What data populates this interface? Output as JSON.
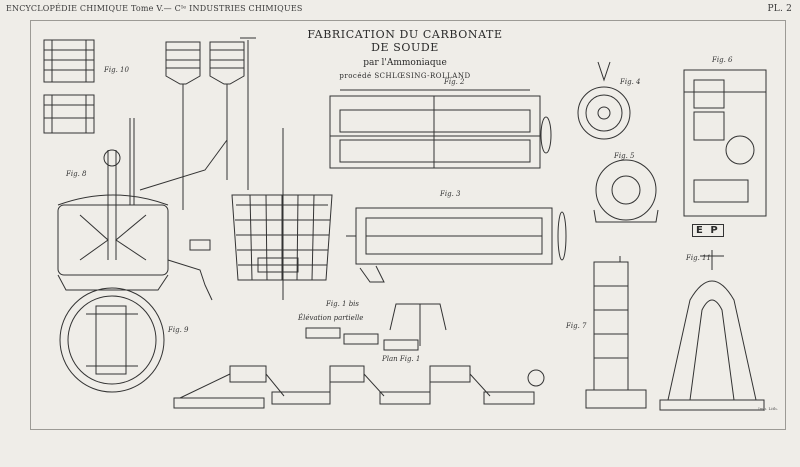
{
  "header": {
    "left": "ENCYCLOPÉDIE CHIMIQUE Tome V.— Cᴵᵉ INDUSTRIES CHIMIQUES",
    "right": "PL. 2"
  },
  "title": {
    "line1": "FABRICATION DU CARBONATE DE SOUDE",
    "line2": "par l'Ammoniaque",
    "line3": "procédé SCHLŒSING-ROLLAND"
  },
  "figures": {
    "fig10": "Fig. 10",
    "fig8": "Fig. 8",
    "fig2": "Fig. 2",
    "fig4": "Fig. 4",
    "fig5": "Fig. 5",
    "fig6": "Fig. 6",
    "fig3": "Fig. 3",
    "fig9": "Fig. 9",
    "fig1bis": "Fig. 1 bis",
    "fig7": "Fig. 7",
    "fig11": "Fig. 11"
  },
  "captions": {
    "elevation": "Élévation partielle",
    "plan": "Plan  Fig. 1"
  },
  "monogram": "E P",
  "engraver": "Imp. Lith."
}
